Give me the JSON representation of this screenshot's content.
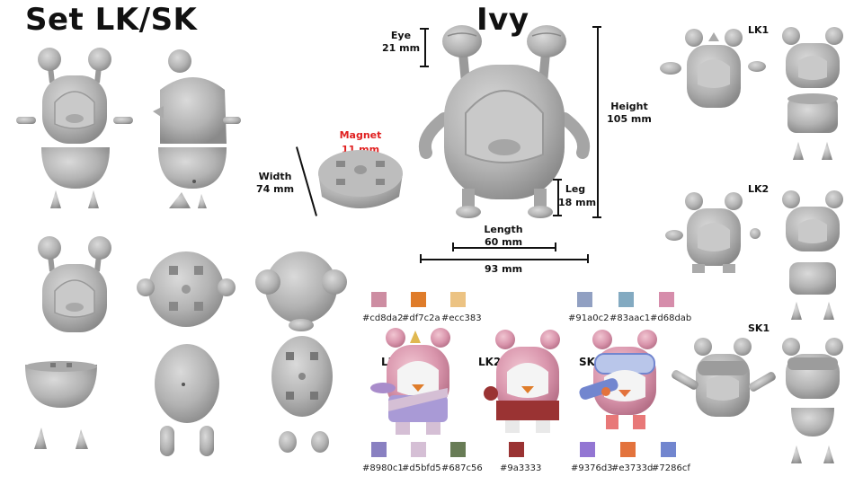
{
  "titles": {
    "set": "Set LK/SK",
    "main": "Ivy"
  },
  "dimensions": {
    "eye": {
      "label": "Eye",
      "value": "21 mm"
    },
    "height": {
      "label": "Height",
      "value": "105 mm"
    },
    "leg": {
      "label": "Leg",
      "value": "18 mm"
    },
    "length": {
      "label": "Length",
      "value": "60 mm"
    },
    "total": {
      "value": "93 mm"
    },
    "width": {
      "label": "Width",
      "value": "74 mm"
    },
    "magnet": {
      "label": "Magnet",
      "value": "11 mm"
    }
  },
  "variants": {
    "lk1": "LK1",
    "lk2": "LK2",
    "sk1": "SK1"
  },
  "figure_labels": {
    "lk1": "LK1",
    "lk2": "LK2",
    "sk1": "SK1"
  },
  "palettes": {
    "top_lk": [
      {
        "hex": "#cd8da2",
        "label": "#cd8da2"
      },
      {
        "hex": "#df7c2a",
        "label": "#df7c2a"
      },
      {
        "hex": "#ecc383",
        "label": "#ecc383"
      }
    ],
    "top_sk": [
      {
        "hex": "#91a0c2",
        "label": "#91a0c2"
      },
      {
        "hex": "#83aac1",
        "label": "#83aac1"
      },
      {
        "hex": "#d68dab",
        "label": "#d68dab"
      }
    ],
    "bottom_lk": [
      {
        "hex": "#8980c1",
        "label": "#8980c1"
      },
      {
        "hex": "#d5bfd5",
        "label": "#d5bfd5"
      },
      {
        "hex": "#687c56",
        "label": "#687c56"
      }
    ],
    "bottom_lk2": [
      {
        "hex": "#9a3333",
        "label": "#9a3333"
      }
    ],
    "bottom_sk": [
      {
        "hex": "#9376d3",
        "label": "#9376d3"
      },
      {
        "hex": "#e3733d",
        "label": "#e3733d"
      },
      {
        "hex": "#7286cf",
        "label": "#7286cf"
      }
    ]
  },
  "colors": {
    "text": "#111111",
    "accent": "#e02020",
    "model": "#b8b8b8",
    "model_dark": "#8f8f8f"
  }
}
